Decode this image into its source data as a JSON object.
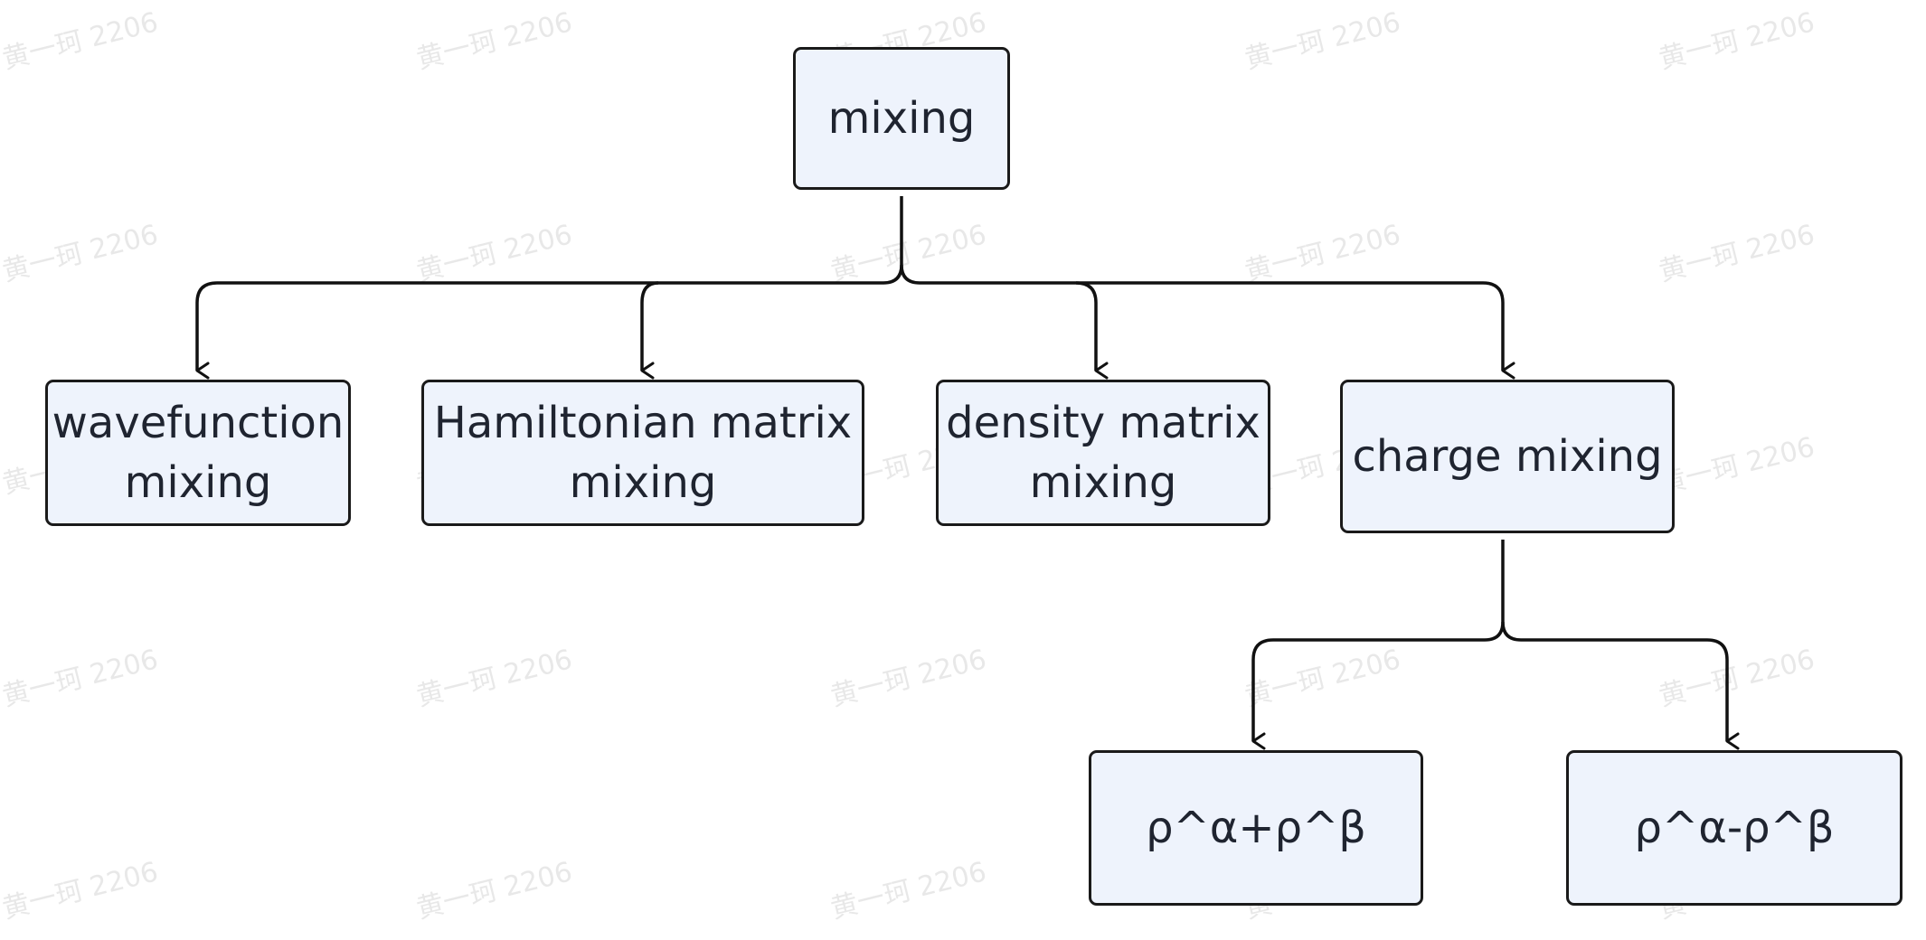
{
  "diagram": {
    "type": "tree",
    "root": {
      "label": "mixing",
      "children": [
        {
          "label_lines": [
            "wavefunction",
            "mixing"
          ]
        },
        {
          "label_lines": [
            "Hamiltonian matrix",
            "mixing"
          ]
        },
        {
          "label_lines": [
            "density matrix",
            "mixing"
          ]
        },
        {
          "label": "charge mixing",
          "children": [
            {
              "label": "ρ^α+ρ^β"
            },
            {
              "label": "ρ^α-ρ^β"
            }
          ]
        }
      ]
    }
  },
  "watermark": {
    "text": "黄一珂 2206"
  },
  "colors": {
    "node_fill": "#eef3fc",
    "node_border": "#1a1a1a",
    "text": "#1f2430",
    "connector": "#111111"
  }
}
